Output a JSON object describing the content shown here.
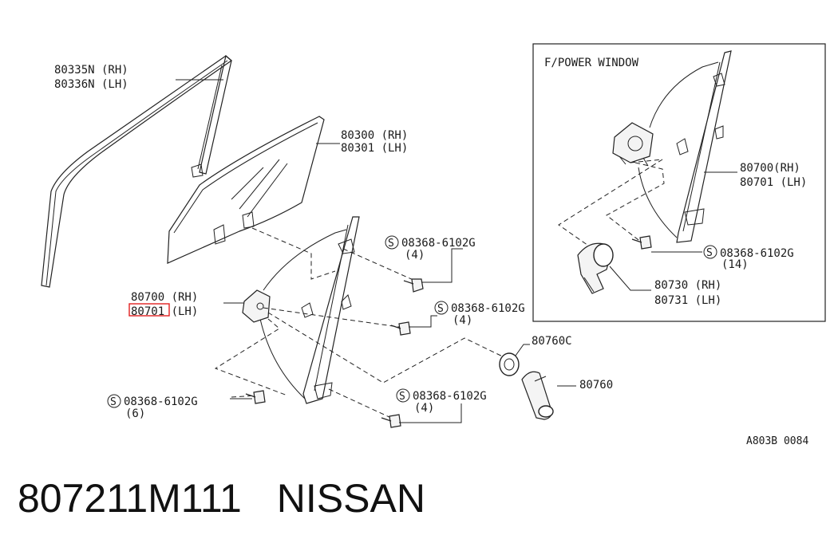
{
  "diagram": {
    "inset_title": "F/POWER WINDOW",
    "reference_code": "A803B 0084",
    "highlight_color": "#e02020",
    "labels": {
      "sash_rh": "80335N (RH)",
      "sash_lh": "80336N (LH)",
      "glass_rh": "80300 (RH)",
      "glass_lh": "80301 (LH)",
      "regulator_rh": "80700 (RH)",
      "regulator_lh": "80701 (LH)",
      "bolt_a": "08368-6102G",
      "bolt_a_qty": "(4)",
      "bolt_b": "08368-6102G",
      "bolt_b_qty": "(4)",
      "bolt_c": "08368-6102G",
      "bolt_c_qty": "(6)",
      "bolt_d": "08368-6102G",
      "bolt_d_qty": "(4)",
      "escutcheon": "80760C",
      "handle": "80760",
      "inset_regulator_rh": "80700(RH)",
      "inset_regulator_lh": "80701 (LH)",
      "inset_bolt": "08368-6102G",
      "inset_bolt_qty": "(14)",
      "motor_rh": "80730 (RH)",
      "motor_lh": "80731 (LH)",
      "s_symbol": "S"
    }
  },
  "caption": {
    "part_number": "807211M111",
    "brand": "NISSAN"
  }
}
